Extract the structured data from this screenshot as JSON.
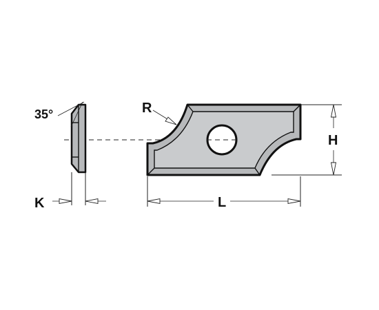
{
  "labels": {
    "angle": "35°",
    "radius": "R",
    "height": "H",
    "length": "L",
    "thickness": "K"
  },
  "colors": {
    "insert_fill": "#b7b9bb",
    "insert_face": "#c9cbcd",
    "outline": "#111111",
    "background": "#ffffff"
  }
}
